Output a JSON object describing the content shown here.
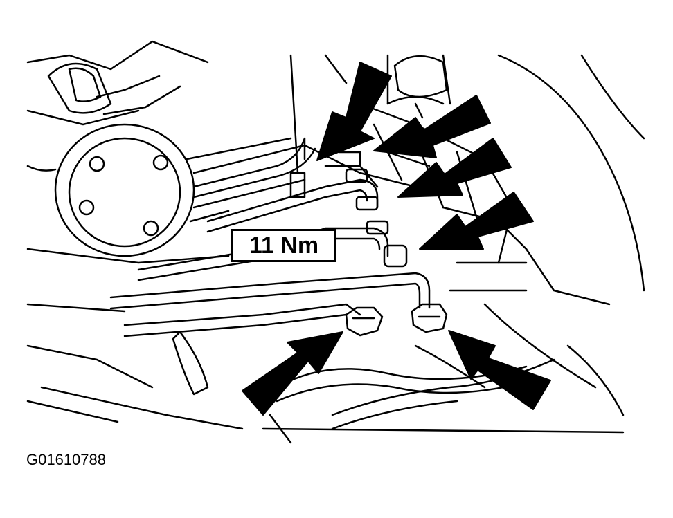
{
  "diagram": {
    "torque_label": "11 Nm",
    "figure_id": "G01610788",
    "stroke_color": "#000000",
    "background_color": "#ffffff",
    "callout_arrows": [
      {
        "name": "arrow-upper-left",
        "target": "brake-line-fitting-1"
      },
      {
        "name": "arrow-upper-2",
        "target": "brake-line-fitting-2"
      },
      {
        "name": "arrow-upper-3",
        "target": "brake-line-fitting-3"
      },
      {
        "name": "arrow-upper-4",
        "target": "brake-line-fitting-4"
      },
      {
        "name": "arrow-lower-left",
        "target": "brake-line-nut-left"
      },
      {
        "name": "arrow-lower-right",
        "target": "brake-line-nut-right"
      }
    ]
  }
}
